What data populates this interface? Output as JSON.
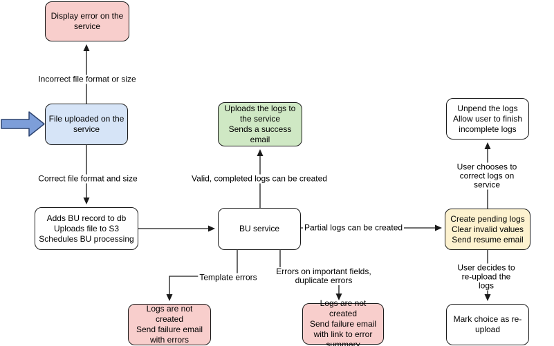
{
  "diagram": {
    "nodes": {
      "display_error": "Display error on the\nservice",
      "file_uploaded": "File uploaded on the\nservice",
      "adds_bu": "Adds BU record to db\nUploads file to S3\nSchedules BU processing",
      "uploads_logs": "Uploads the logs to\nthe service\nSends a success\nemail",
      "bu_service": "BU service",
      "unpend": "Unpend the logs\nAllow user to finish\nincomplete logs",
      "create_pending": "Create pending logs\nClear invalid values\nSend resume email",
      "mark_reupload": "Mark choice as re-\nupload",
      "logs_nc_errors": "Logs are not created\nSend failure email\nwith errors",
      "logs_nc_summary": "Logs are not created\nSend failure email\nwith link to error\nsummary"
    },
    "edge_labels": {
      "incorrect": "Incorrect file format or size",
      "correct": "Correct file format and size",
      "valid": "Valid, completed logs can be created",
      "partial": "Partial logs can be created",
      "corrects": "User chooses to correct logs on service",
      "reuploads": "User decides to re-upload the logs",
      "template": "Template errors",
      "fielderr": "Errors on important fields,\nduplicate errors"
    },
    "colors": {
      "error_fill": "#f8cecc",
      "input_fill": "#d6e4f7",
      "success_fill": "#cfe8c4",
      "pending_fill": "#fdf2cf",
      "plain_fill": "#ffffff",
      "arrow_fill": "#7d9ed9",
      "stroke": "#1a1a1a"
    }
  }
}
